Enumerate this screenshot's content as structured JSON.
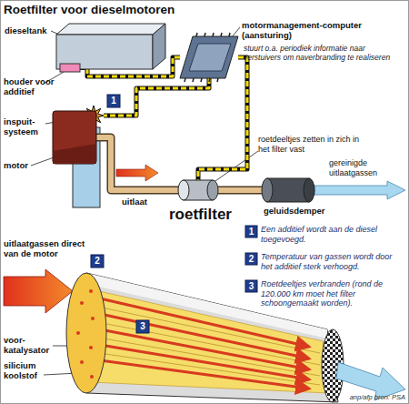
{
  "diagram": {
    "title": "Roetfilter voor dieselmotoren",
    "nodes": [
      {
        "text": [
          "dieseltank"
        ]
      },
      {
        "text": [
          "motormanagement-computer (aansturing)"
        ]
      },
      {
        "text": [
          "houder voor additief"
        ]
      },
      {
        "text": [
          "1"
        ]
      },
      {
        "text": [
          "inspuit-systeem"
        ]
      },
      {
        "text": [
          "motor"
        ]
      },
      {
        "text": [
          "roetfilter"
        ]
      },
      {
        "text": [
          "geluidsdemper"
        ]
      },
      {
        "text": [
          "2"
        ]
      },
      {
        "text": [
          "3"
        ]
      },
      {
        "text": [
          "1"
        ]
      },
      {
        "text": [
          "2"
        ]
      },
      {
        "text": [
          "3"
        ]
      }
    ],
    "edges": [
      {
        "from": 1,
        "to": 2,
        "arrow": "none"
      },
      {
        "from": 1,
        "to": 4,
        "arrow": "none"
      },
      {
        "from": 1,
        "to": 6,
        "arrow": "none"
      },
      {
        "from": 5,
        "to": 6,
        "label": "uitlaat",
        "arrow": "none"
      },
      {
        "from": 6,
        "to": 7,
        "arrow": "none"
      }
    ],
    "labels": [
      "stuurt o.a. periodiek informatie naar verstuivers om naverbranding te realiseren",
      "roetdeeltjes zetten in zich in het filter vast",
      "gereinigde uitlaatgassen",
      "uitlaatgassen direct van de motor",
      "voor-katalysator",
      "silicium koolstof",
      "Een additief wordt aan de diesel toegevoegd.",
      "Temperatuur van gassen wordt door het additief sterk verhoogd.",
      "Roetdeeltjes verbranden (rond de 120.000 km moet het filter schoongemaakt worden).",
      "anp/afp bron: PSA"
    ]
  }
}
